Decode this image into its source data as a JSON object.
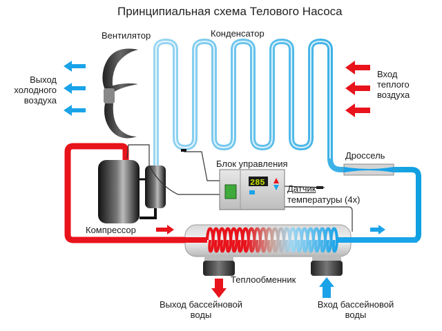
{
  "title": "Принципиальная схема Телового Насоса",
  "labels": {
    "fan": "Вентилятор",
    "condenser": "Конденсатор",
    "cold_air_out": [
      "Выход",
      "холодного",
      "воздуха"
    ],
    "warm_air_in": [
      "Вход",
      "теплого",
      "воздуха"
    ],
    "throttle": "Дроссель",
    "control_unit": "Блок управления",
    "sensor_line1": "Датчик",
    "sensor_line2": "температуры (4x)",
    "compressor": "Компрессор",
    "heat_exchanger": "Теплообменник",
    "pool_water_out": [
      "Выход бассейновой",
      "воды"
    ],
    "pool_water_in": [
      "Вход бассейновой",
      "воды"
    ]
  },
  "display": {
    "value": "285"
  },
  "colors": {
    "hot": "#e8131b",
    "cold": "#1aa3e8",
    "light_cold": "#8fd0f0",
    "device_gray": "#c8c8c8",
    "display_bg": "#1a1a1a",
    "display_text": "#c8e000",
    "switch_green": "#3fa93a"
  }
}
